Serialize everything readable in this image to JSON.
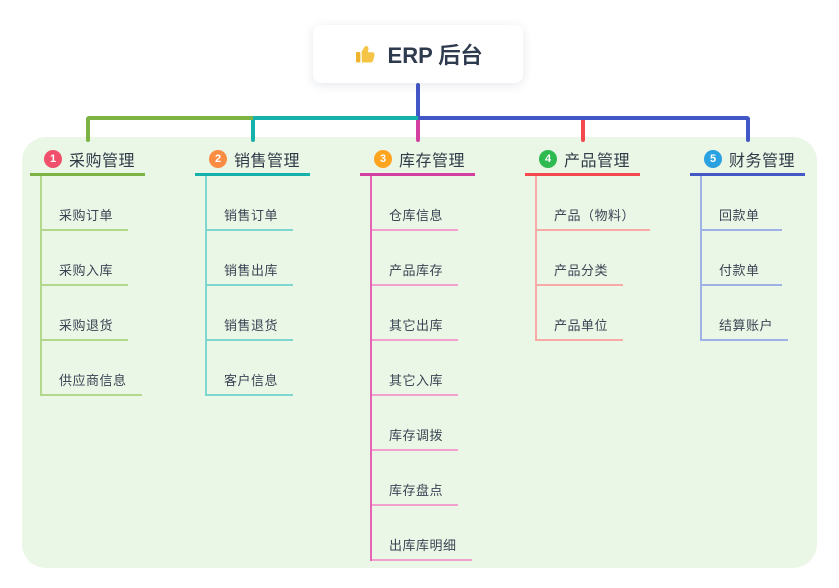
{
  "root": {
    "label": "ERP 后台",
    "icon": "thumbs-up",
    "icon_color": "#f6c445"
  },
  "connector": {
    "stem_color": "#4356c8",
    "left_segment_color": "#7cb342",
    "mid_segment_color": "#14b2aa",
    "right_segment_color": "#4356c8"
  },
  "panel_background": "#ebf7e6",
  "branches": [
    {
      "index": "1",
      "title": "采购管理",
      "badge_color": "#f0506b",
      "line_color": "#7cb342",
      "vline_color": "#b3d88c",
      "child_line_color": "#b3d88c",
      "children": [
        "采购订单",
        "采购入库",
        "采购退货",
        "供应商信息"
      ]
    },
    {
      "index": "2",
      "title": "销售管理",
      "badge_color": "#fb8c44",
      "line_color": "#14b2aa",
      "vline_color": "#7fd6cf",
      "child_line_color": "#7fd6cf",
      "children": [
        "销售订单",
        "销售出库",
        "销售退货",
        "客户信息"
      ]
    },
    {
      "index": "3",
      "title": "库存管理",
      "badge_color": "#ffa41f",
      "line_color": "#d43fa2",
      "vline_color": "#e466b2",
      "child_line_color": "#f2a0ce",
      "children": [
        "仓库信息",
        "产品库存",
        "其它出库",
        "其它入库",
        "库存调拨",
        "库存盘点",
        "出库库明细"
      ]
    },
    {
      "index": "4",
      "title": "产品管理",
      "badge_color": "#2eb951",
      "line_color": "#f4484f",
      "vline_color": "#f8aaa6",
      "child_line_color": "#f8aaa6",
      "children": [
        "产品（物料）",
        "产品分类",
        "产品单位"
      ]
    },
    {
      "index": "5",
      "title": "财务管理",
      "badge_color": "#2aa1e0",
      "line_color": "#4457c7",
      "vline_color": "#9fb2e6",
      "child_line_color": "#9fb2e6",
      "children": [
        "回款单",
        "付款单",
        "结算账户"
      ]
    }
  ]
}
